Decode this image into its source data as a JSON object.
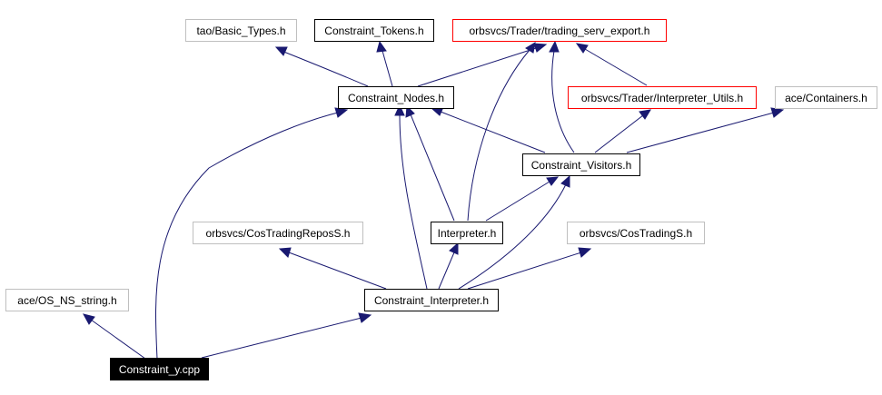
{
  "nodes": {
    "basic_types": {
      "label": "tao/Basic_Types.h",
      "border": "gray"
    },
    "constraint_tokens": {
      "label": "Constraint_Tokens.h",
      "border": "black"
    },
    "trading_serv_export": {
      "label": "orbsvcs/Trader/trading_serv_export.h",
      "border": "red"
    },
    "constraint_nodes": {
      "label": "Constraint_Nodes.h",
      "border": "black"
    },
    "interpreter_utils": {
      "label": "orbsvcs/Trader/Interpreter_Utils.h",
      "border": "red"
    },
    "containers": {
      "label": "ace/Containers.h",
      "border": "gray"
    },
    "constraint_visitors": {
      "label": "Constraint_Visitors.h",
      "border": "black"
    },
    "cos_trading_repos": {
      "label": "orbsvcs/CosTradingReposS.h",
      "border": "gray"
    },
    "interpreter": {
      "label": "Interpreter.h",
      "border": "black"
    },
    "cos_trading": {
      "label": "orbsvcs/CosTradingS.h",
      "border": "gray"
    },
    "os_ns_string": {
      "label": "ace/OS_NS_string.h",
      "border": "gray"
    },
    "constraint_interpreter": {
      "label": "Constraint_Interpreter.h",
      "border": "black"
    },
    "constraint_y": {
      "label": "Constraint_y.cpp",
      "border": "root"
    }
  },
  "colors": {
    "edge": "#191970",
    "gray_border": "#bfbfbf",
    "red_border": "#ff0000",
    "black_border": "#000000",
    "root_fill": "#000000",
    "root_text": "#ffffff"
  }
}
